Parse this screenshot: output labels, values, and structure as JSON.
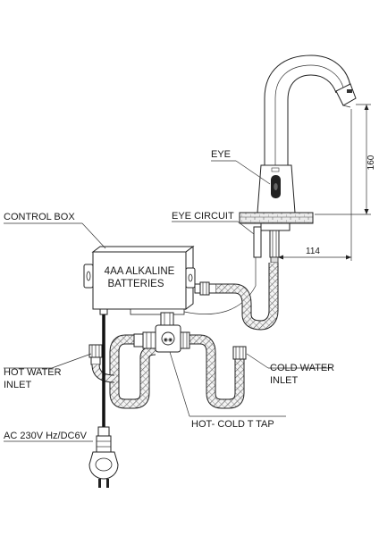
{
  "labels": {
    "eye": "EYE",
    "eye_circuit": "EYE CIRCUIT",
    "control_box": "CONTROL BOX",
    "batteries_line1": "4AA ALKALINE",
    "batteries_line2": "BATTERIES",
    "hot_water_line1": "HOT WATER",
    "hot_water_line2": "INLET",
    "cold_water_line1": "COLD WATER",
    "cold_water_line2": "INLET",
    "t_tap": "HOT- COLD T TAP",
    "power": "AC 230V Hz/DC6V"
  },
  "dimensions": {
    "height": "160",
    "projection": "114"
  }
}
